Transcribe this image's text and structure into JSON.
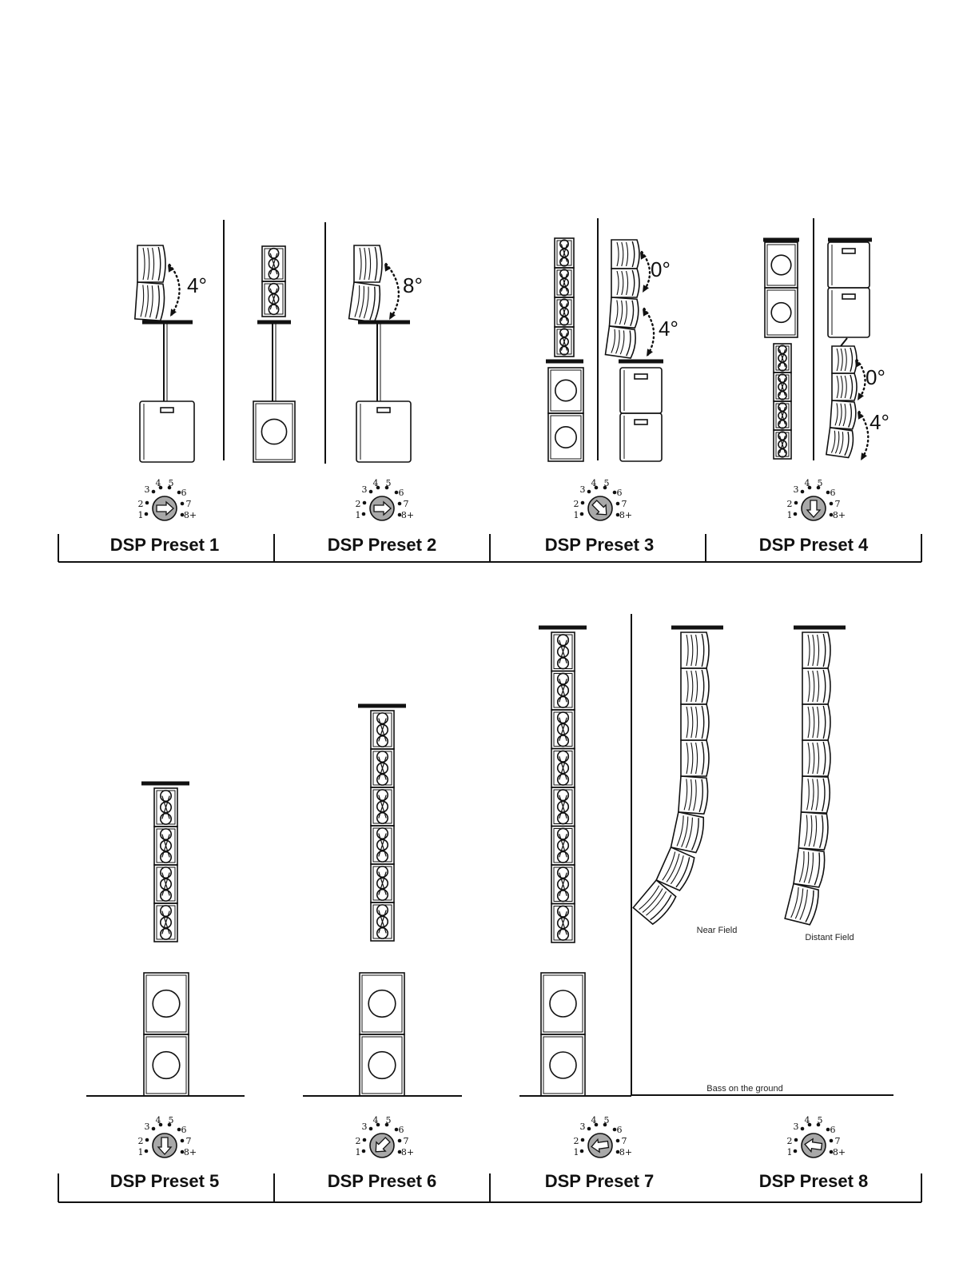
{
  "presets": [
    {
      "label": "DSP Preset 1",
      "dial_arrow": "left-arrow-icon"
    },
    {
      "label": "DSP Preset 2",
      "dial_arrow": "left-arrow-icon"
    },
    {
      "label": "DSP Preset 3",
      "dial_arrow": "up-left-arrow-icon"
    },
    {
      "label": "DSP Preset 4",
      "dial_arrow": "up-arrow-icon"
    },
    {
      "label": "DSP Preset 5",
      "dial_arrow": "up-arrow-icon"
    },
    {
      "label": "DSP Preset 6",
      "dial_arrow": "up-right-arrow-icon"
    },
    {
      "label": "DSP Preset 7",
      "dial_arrow": "right-arrow-icon"
    },
    {
      "label": "DSP Preset 8",
      "dial_arrow": "right-arrow-icon"
    }
  ],
  "dial_numbers": [
    "1",
    "2",
    "3",
    "4",
    "5",
    "6",
    "7",
    "8+"
  ],
  "angles": {
    "p1": "4°",
    "p2": "8°",
    "p3_top": "0°",
    "p3_bottom": "4°",
    "p4_top": "0°",
    "p4_bottom": "4°"
  },
  "captions": {
    "near_field": "Near Field",
    "distant_field": "Distant Field",
    "bass_on_ground": "Bass on the ground"
  },
  "colors": {
    "ink": "#111111",
    "dial_fill": "#a8a8a8"
  }
}
